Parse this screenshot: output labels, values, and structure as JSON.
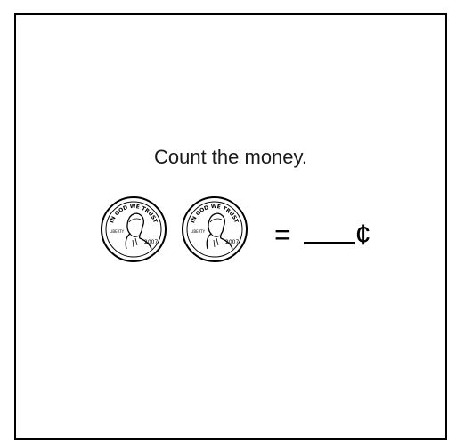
{
  "worksheet": {
    "prompt": "Count the money.",
    "equals": "=",
    "unit": "¢",
    "coins": [
      {
        "icon": "penny-icon",
        "top_text": "IN GOD WE TRUST",
        "left_text": "LIBERTY",
        "year": "2007"
      },
      {
        "icon": "penny-icon",
        "top_text": "IN GOD WE TRUST",
        "left_text": "LIBERTY",
        "year": "2007"
      }
    ]
  }
}
